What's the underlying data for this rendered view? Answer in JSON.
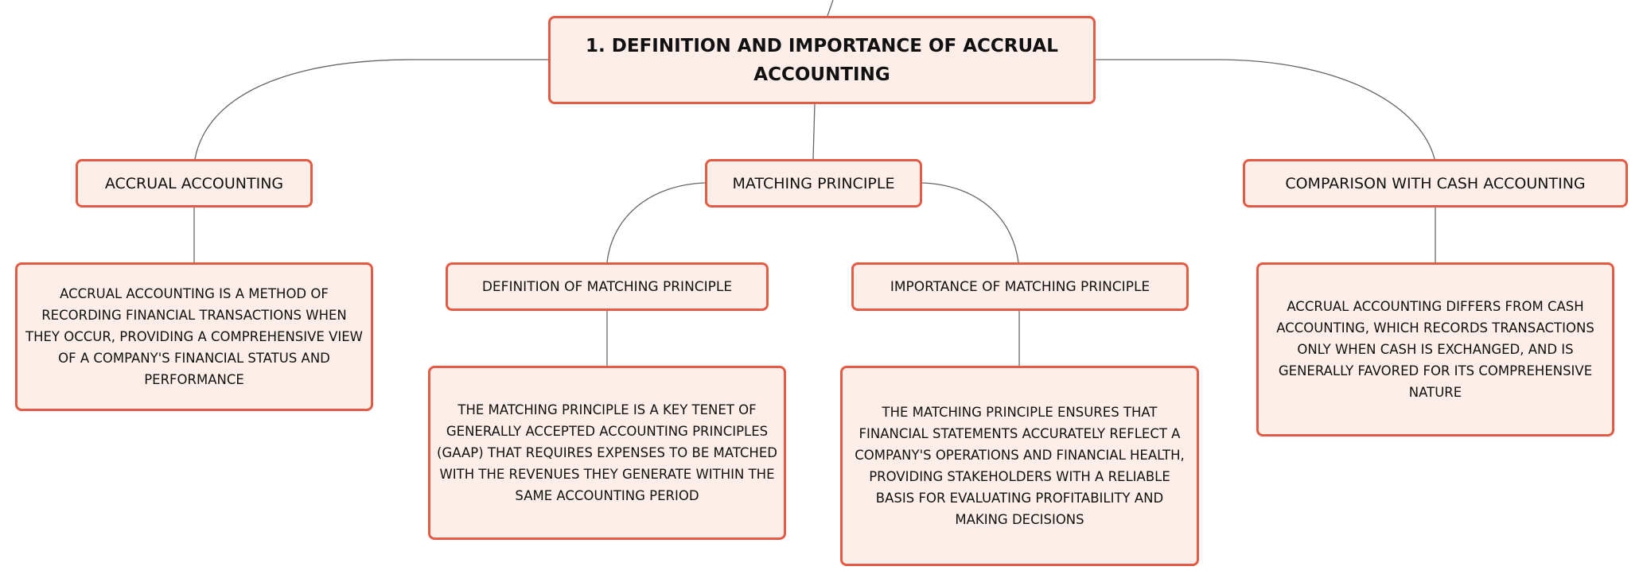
{
  "root": {
    "title": "1. DEFINITION AND IMPORTANCE OF ACCRUAL ACCOUNTING"
  },
  "topics": {
    "accrual": {
      "label": "ACCRUAL ACCOUNTING",
      "detail": "ACCRUAL ACCOUNTING IS A METHOD OF RECORDING FINANCIAL TRANSACTIONS WHEN THEY OCCUR, PROVIDING A COMPREHENSIVE VIEW OF A COMPANY'S FINANCIAL STATUS AND PERFORMANCE"
    },
    "matching": {
      "label": "MATCHING PRINCIPLE",
      "definition": {
        "label": "DEFINITION OF MATCHING PRINCIPLE",
        "detail": "THE MATCHING PRINCIPLE IS A KEY TENET OF GENERALLY ACCEPTED ACCOUNTING PRINCIPLES (GAAP) THAT REQUIRES EXPENSES TO BE MATCHED WITH THE REVENUES THEY GENERATE WITHIN THE SAME ACCOUNTING PERIOD"
      },
      "importance": {
        "label": "IMPORTANCE OF MATCHING PRINCIPLE",
        "detail": "THE MATCHING PRINCIPLE ENSURES THAT FINANCIAL STATEMENTS ACCURATELY REFLECT A COMPANY'S OPERATIONS AND FINANCIAL HEALTH, PROVIDING STAKEHOLDERS WITH A RELIABLE BASIS FOR EVALUATING PROFITABILITY AND MAKING DECISIONS"
      }
    },
    "cash": {
      "label": "COMPARISON WITH CASH ACCOUNTING",
      "detail": "ACCRUAL ACCOUNTING DIFFERS FROM CASH ACCOUNTING, WHICH RECORDS TRANSACTIONS ONLY WHEN CASH IS EXCHANGED, AND IS GENERALLY FAVORED FOR ITS COMPREHENSIVE NATURE"
    }
  },
  "colors": {
    "node_fill": "#fdeee9",
    "node_border": "#e25c45",
    "connector": "#666666"
  }
}
